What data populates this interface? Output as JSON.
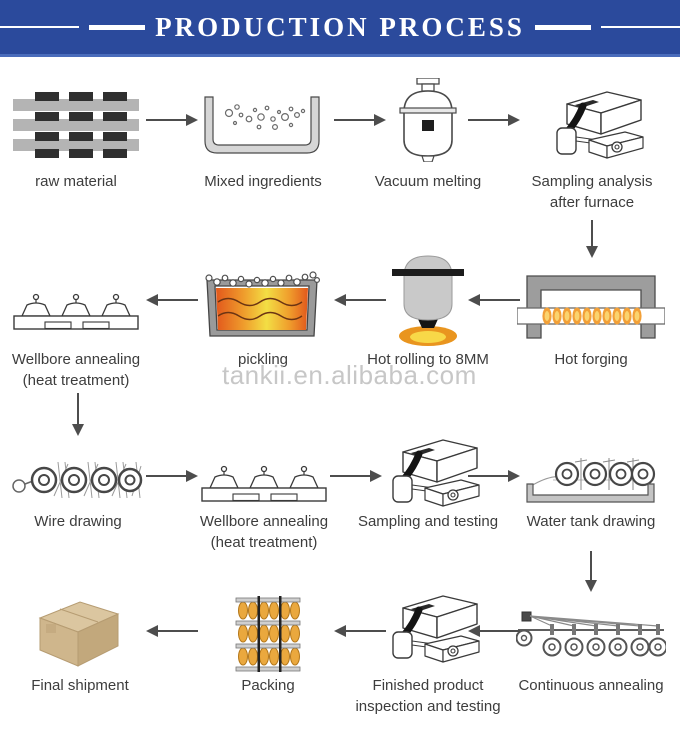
{
  "header": {
    "title": "PRODUCTION PROCESS"
  },
  "watermark": {
    "text": "tankii.en.alibaba.com"
  },
  "steps": [
    {
      "id": "raw-material",
      "label": "raw material"
    },
    {
      "id": "mixed-ingredients",
      "label": "Mixed ingredients"
    },
    {
      "id": "vacuum-melting",
      "label": "Vacuum melting"
    },
    {
      "id": "sampling-analysis",
      "label": "Sampling analysis\nafter furnace"
    },
    {
      "id": "wellbore-annealing-1",
      "label": "Wellbore annealing\n(heat treatment)"
    },
    {
      "id": "pickling",
      "label": "pickling"
    },
    {
      "id": "hot-rolling",
      "label": "Hot rolling to 8MM"
    },
    {
      "id": "hot-forging",
      "label": "Hot forging"
    },
    {
      "id": "wire-drawing",
      "label": "Wire drawing"
    },
    {
      "id": "wellbore-annealing-2",
      "label": "Wellbore annealing\n(heat treatment)"
    },
    {
      "id": "sampling-and-testing",
      "label": "Sampling and testing"
    },
    {
      "id": "water-tank-drawing",
      "label": "Water tank drawing"
    },
    {
      "id": "final-shipment",
      "label": "Final shipment"
    },
    {
      "id": "packing",
      "label": "Packing"
    },
    {
      "id": "finished-inspection",
      "label": "Finished product\ninspection and testing"
    },
    {
      "id": "continuous-annealing",
      "label": "Continuous annealing"
    }
  ],
  "flow": {
    "row_directions": [
      "left-to-right",
      "right-to-left",
      "left-to-right",
      "right-to-left"
    ],
    "process_order": [
      "raw material",
      "Mixed ingredients",
      "Vacuum melting",
      "Sampling analysis after furnace",
      "Hot forging",
      "Hot rolling to 8MM",
      "pickling",
      "Wellbore annealing (heat treatment)",
      "Wire drawing",
      "Wellbore annealing (heat treatment)",
      "Sampling and testing",
      "Water tank drawing",
      "Continuous annealing",
      "Finished product inspection and testing",
      "Packing",
      "Final shipment"
    ]
  },
  "colors": {
    "header_bg": "#2b4a9c",
    "header_accent": "#4a6cbb",
    "header_text": "#ffffff",
    "arrow": "#4d4d4d",
    "label_text": "#3d3d3d",
    "watermark": "#b9b9b9",
    "flame_orange": "#f2a038",
    "flame_yellow": "#fbd36e",
    "liquid_orange": "#e2581c",
    "liquid_yellow": "#f3de44",
    "machine_gray": "#9d9d9d",
    "carton_tan": "#cfb68c",
    "coil_orange": "#eaa83e"
  }
}
